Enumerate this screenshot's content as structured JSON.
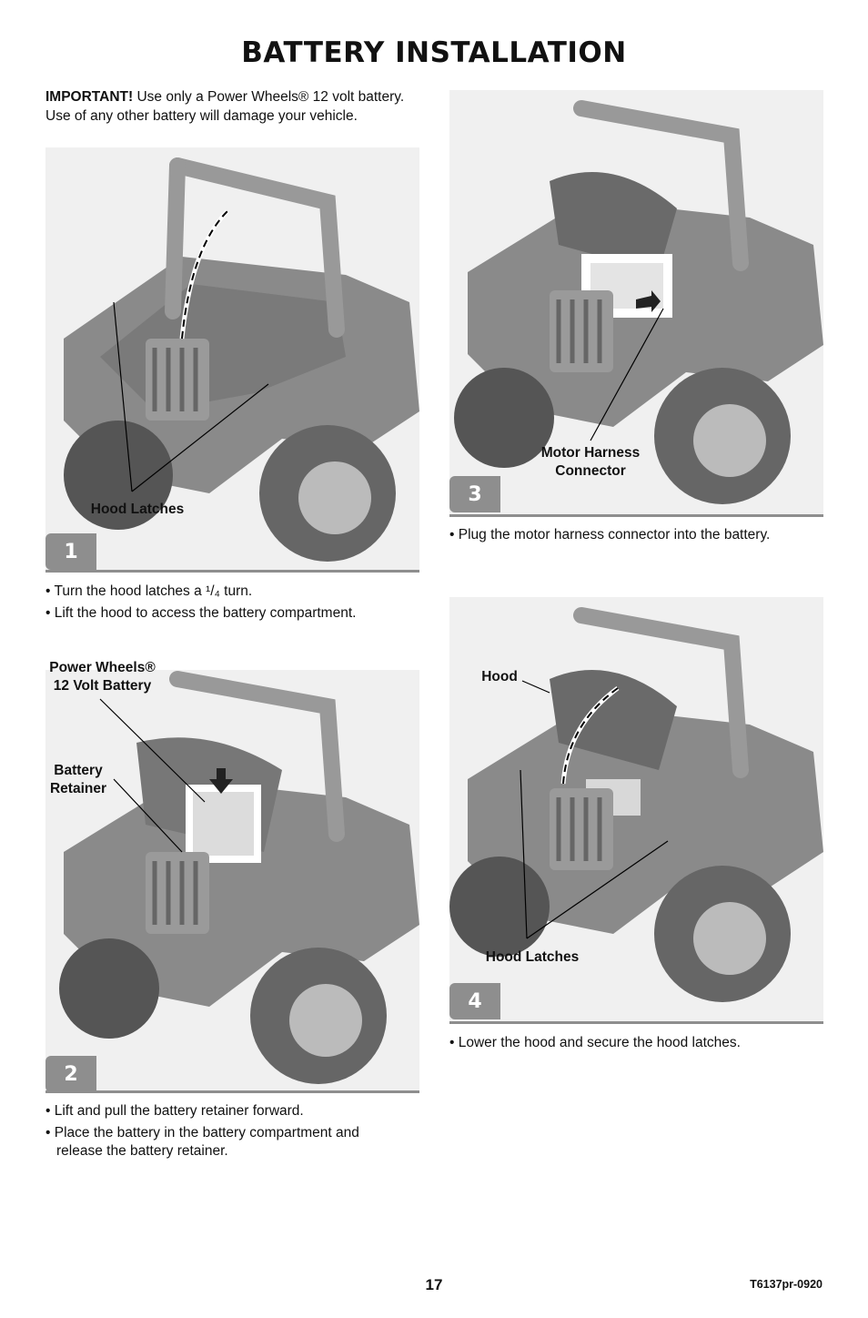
{
  "title": "BATTERY INSTALLATION",
  "important": {
    "label": "IMPORTANT!",
    "text": "Use only a Power Wheels® 12 volt battery. Use of any other battery will damage your vehicle."
  },
  "steps": [
    {
      "number": "1",
      "callouts": [
        "Hood Latches"
      ],
      "bullets": [
        "Turn the hood latches a ¹/₄ turn.",
        "Lift the hood to access the battery compartment."
      ]
    },
    {
      "number": "2",
      "callouts": [
        "Power Wheels® 12 Volt Battery",
        "Battery Retainer"
      ],
      "bullets": [
        "Lift and pull the battery retainer forward.",
        "Place the battery in the battery compartment and release the battery retainer."
      ]
    },
    {
      "number": "3",
      "callouts": [
        "Motor Harness Connector"
      ],
      "bullets": [
        "Plug the motor harness connector into the battery."
      ]
    },
    {
      "number": "4",
      "callouts": [
        "Hood",
        "Hood Latches"
      ],
      "bullets": [
        "Lower the hood and secure the hood latches."
      ]
    }
  ],
  "footer": {
    "page": "17",
    "code": "T6137pr-0920"
  }
}
